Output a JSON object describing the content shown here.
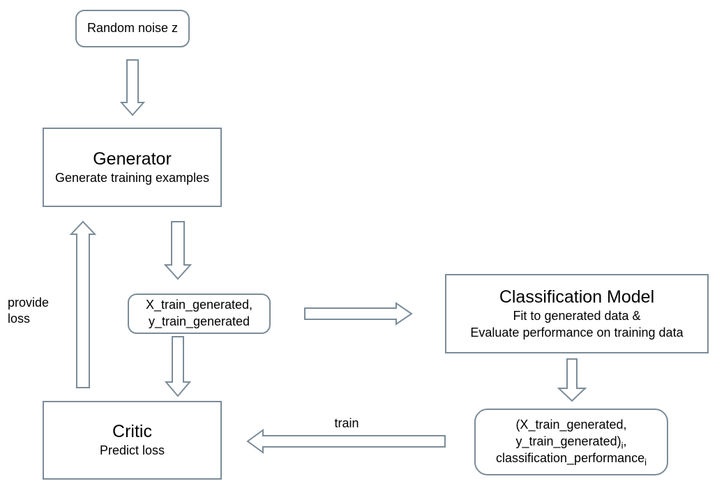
{
  "colors": {
    "stroke": "#7a8c99",
    "text": "#000000",
    "bg": "#ffffff"
  },
  "nodes": {
    "random_noise": {
      "label": "Random noise z"
    },
    "generator": {
      "title": "Generator",
      "subtitle": "Generate training examples"
    },
    "generated_data": {
      "lines": [
        "X_train_generated,",
        "y_train_generated"
      ]
    },
    "classification_model": {
      "title": "Classification Model",
      "subtitle_lines": [
        "Fit to generated data &",
        "Evaluate performance on training data"
      ]
    },
    "training_tuples": {
      "rich_lines": [
        [
          {
            "t": "(X_train_generated,"
          }
        ],
        [
          {
            "t": "y_train_generated)"
          },
          {
            "t": "i",
            "sub": true
          },
          {
            "t": ","
          }
        ],
        [
          {
            "t": "classification_performance"
          },
          {
            "t": "i",
            "sub": true
          }
        ]
      ]
    },
    "critic": {
      "title": "Critic",
      "subtitle": "Predict loss"
    }
  },
  "edge_labels": {
    "provide_loss_lines": [
      "provide",
      "loss"
    ],
    "train": "train"
  },
  "icons": {
    "arrows": [
      "arrow-down-noise-to-generator",
      "arrow-down-generator-to-data",
      "arrow-down-data-to-critic",
      "arrow-up-critic-to-generator",
      "arrow-right-data-to-model",
      "arrow-down-model-to-tuples",
      "arrow-left-tuples-to-critic"
    ]
  }
}
